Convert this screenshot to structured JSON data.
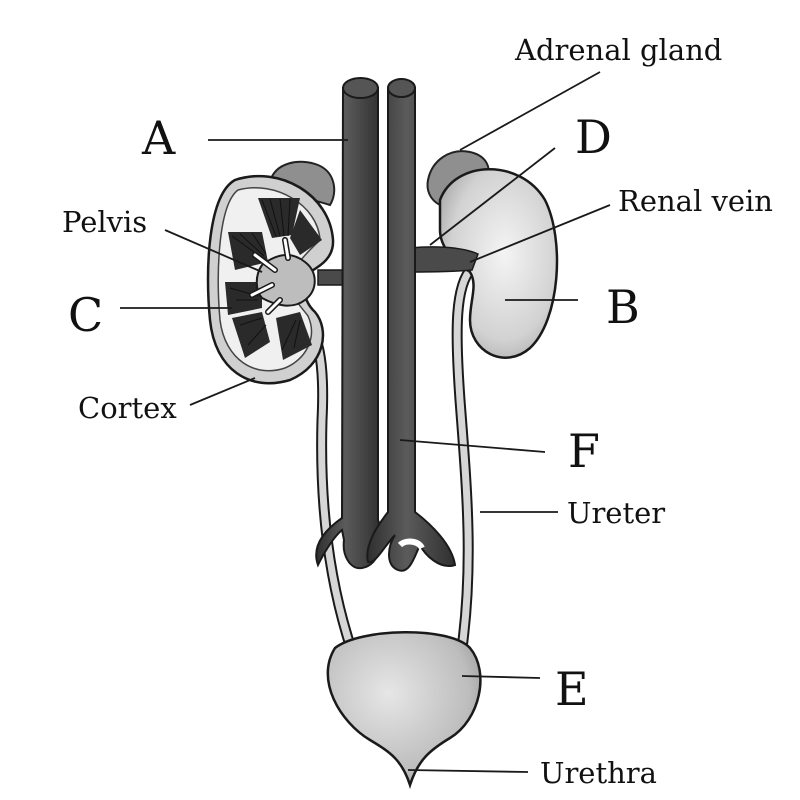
{
  "labels": {
    "A": "A",
    "B": "B",
    "C": "C",
    "D": "D",
    "E": "E",
    "F": "F",
    "adrenal_gland": "Adrenal gland",
    "renal_vein": "Renal vein",
    "pelvis": "Pelvis",
    "cortex": "Cortex",
    "ureter": "Ureter",
    "urethra": "Urethra"
  },
  "colors": {
    "vessel": "#4a4a4a",
    "organ_light": "#cfcfcf",
    "outline": "#1a1a1a"
  }
}
